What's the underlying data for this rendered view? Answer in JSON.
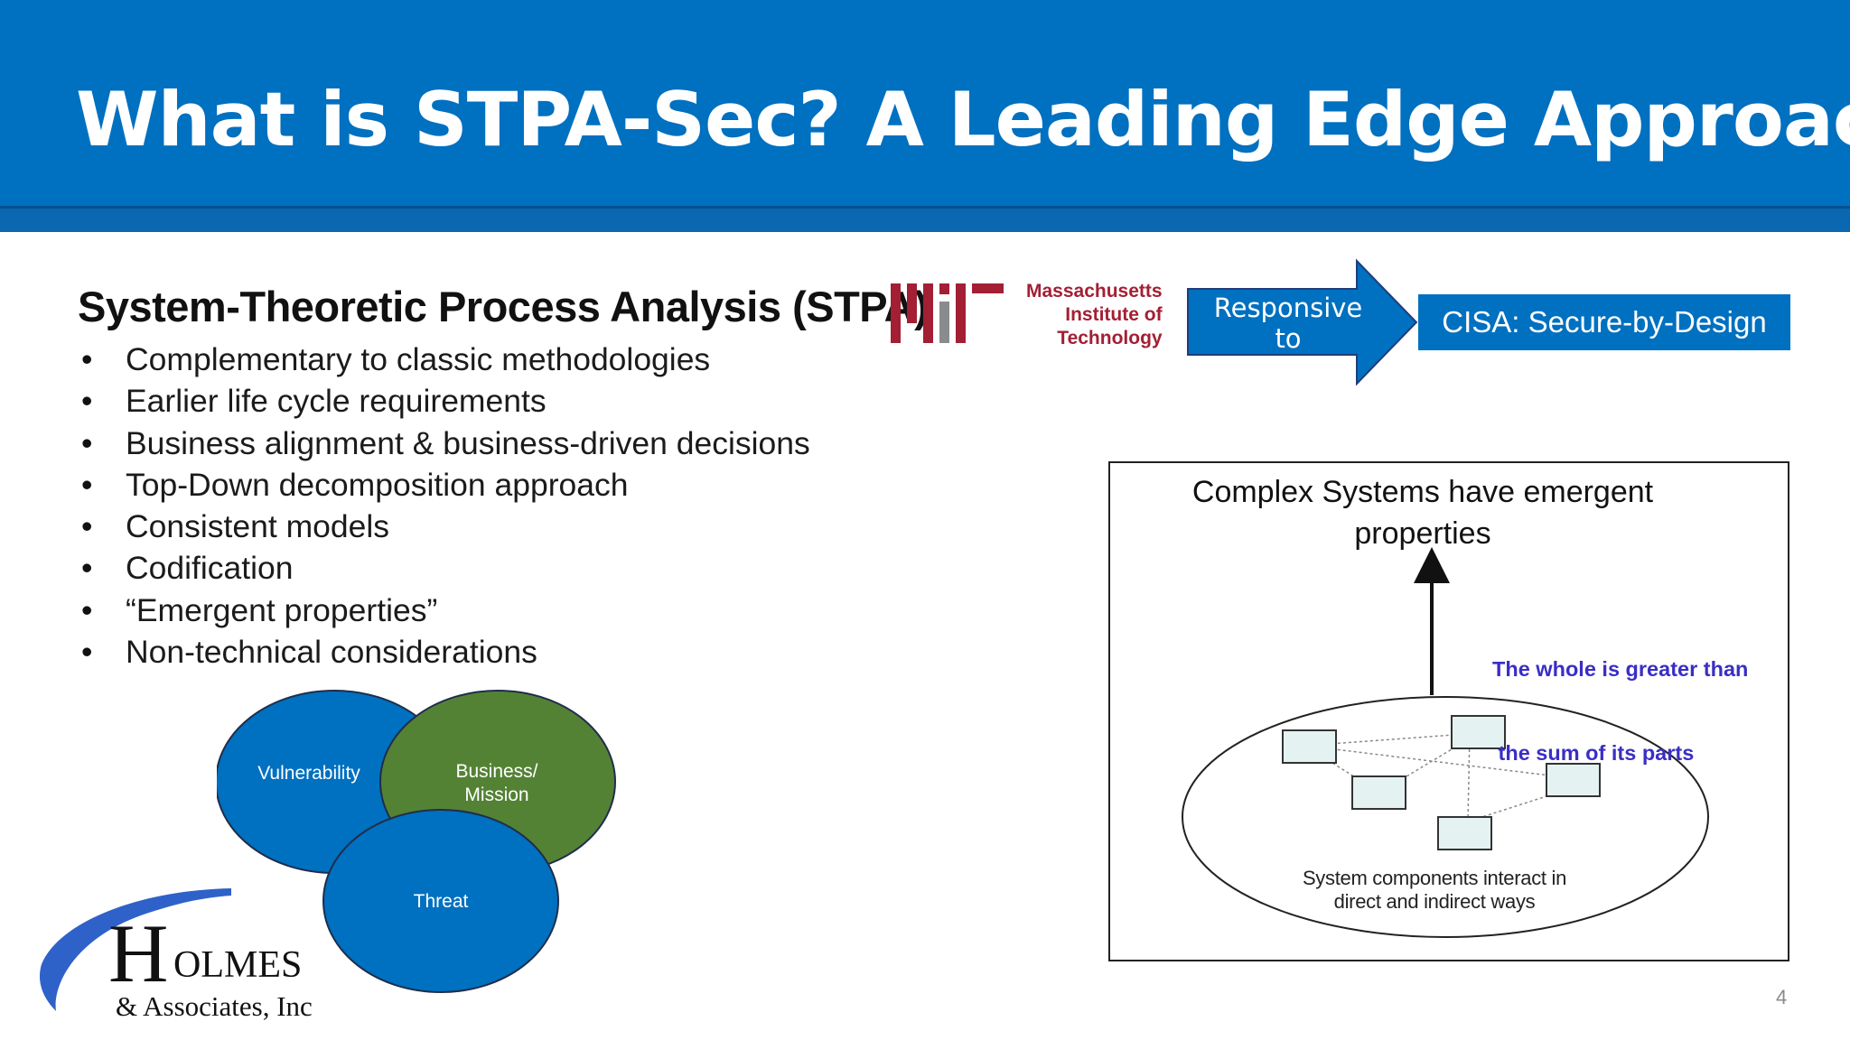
{
  "slide": {
    "title": "What is STPA-Sec? A Leading Edge Approach",
    "page_number": "4"
  },
  "stpa": {
    "heading": "System-Theoretic Process Analysis (STPA)",
    "bullets": [
      "Complementary to classic methodologies",
      "Earlier life cycle requirements",
      "Business alignment & business-driven decisions",
      "Top-Down decomposition approach",
      "Consistent models",
      "Codification",
      "“Emergent properties”",
      "Non-technical considerations"
    ]
  },
  "mit_logo": {
    "name_line1": "Massachusetts",
    "name_line2": "Institute of",
    "name_line3": "Technology",
    "color": "#a31f34"
  },
  "arrow": {
    "line1": "Responsive",
    "line2": "to"
  },
  "cisa": {
    "label": "CISA:  Secure-by-Design"
  },
  "emergent_figure": {
    "title_line1": "Complex Systems have emergent",
    "title_line2": "properties",
    "whole_line1": "The whole is greater than",
    "whole_line2": " the sum of its parts",
    "components_line1": "System components interact in",
    "components_line2": "direct and indirect ways"
  },
  "venn": {
    "vulnerability": "Vulnerability",
    "business_line1": "Business/",
    "business_line2": "Mission",
    "threat": "Threat",
    "colors": {
      "blue": "#0070c0",
      "green": "#538135",
      "outline": "#1f2d4a"
    }
  },
  "holmes_logo": {
    "initial": "H",
    "rest": "OLMES",
    "subline": "& Associates, Inc",
    "swoosh_color": "#2f62c8"
  },
  "colors": {
    "title_band": "#0070c0",
    "accent_blue": "#0070c0"
  }
}
